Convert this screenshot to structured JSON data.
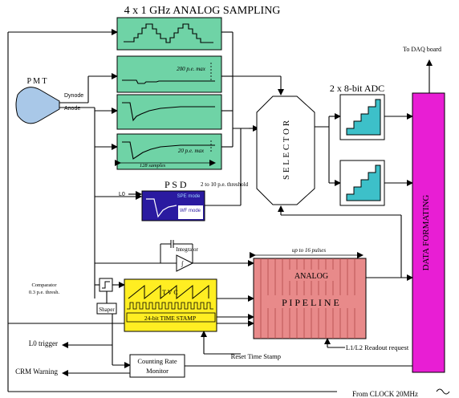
{
  "colors": {
    "sampling_green": "#6fd3a6",
    "adc_cyan": "#3dc0c9",
    "pipeline_red": "#e88a8a",
    "tvc_yellow": "#ffee22",
    "formatting_magenta": "#e81ed4",
    "psd_blue": "#2a1aa0",
    "pmt_blue": "#a9c8e8"
  },
  "title": "4 x 1 GHz ANALOG SAMPLING",
  "pmt": {
    "label": "P M T",
    "dynode": "Dynode",
    "anode": "Anode"
  },
  "sampling": {
    "pe200": "200 p.e. max",
    "pe20": "20 p.e. max",
    "samples": "128 samples"
  },
  "adc": {
    "label": "2 x 8-bit ADC"
  },
  "selector": {
    "label": "S E L E C T O R"
  },
  "daq": {
    "label": "To DAQ board"
  },
  "formatting": {
    "label": "DATA FORMATING"
  },
  "psd": {
    "title": "P S D",
    "threshold": "2 to 10 p.e. threshold",
    "spe": "SPE mode",
    "wf": "WF mode",
    "l0": "L0"
  },
  "integrator": {
    "label": "Integrator"
  },
  "comparator": {
    "label1": "Comparator",
    "label2": "0.3 p.e. thresh."
  },
  "shaper": {
    "label": "Shaper"
  },
  "tvc": {
    "label": "T V C",
    "timestamp": "24-bit TIME STAMP"
  },
  "pipeline": {
    "label": "ANALOG",
    "label2": "P I P E L I N E",
    "pulses": "up to 16 pulses"
  },
  "l0_trigger": "L0 trigger",
  "crm_warning": "CRM Warning",
  "counting": {
    "line1": "Counting Rate",
    "line2": "Monitor"
  },
  "reset": "Reset Time Stamp",
  "readout": "L1/L2 Readout request",
  "clock": "From CLOCK 20MHz"
}
